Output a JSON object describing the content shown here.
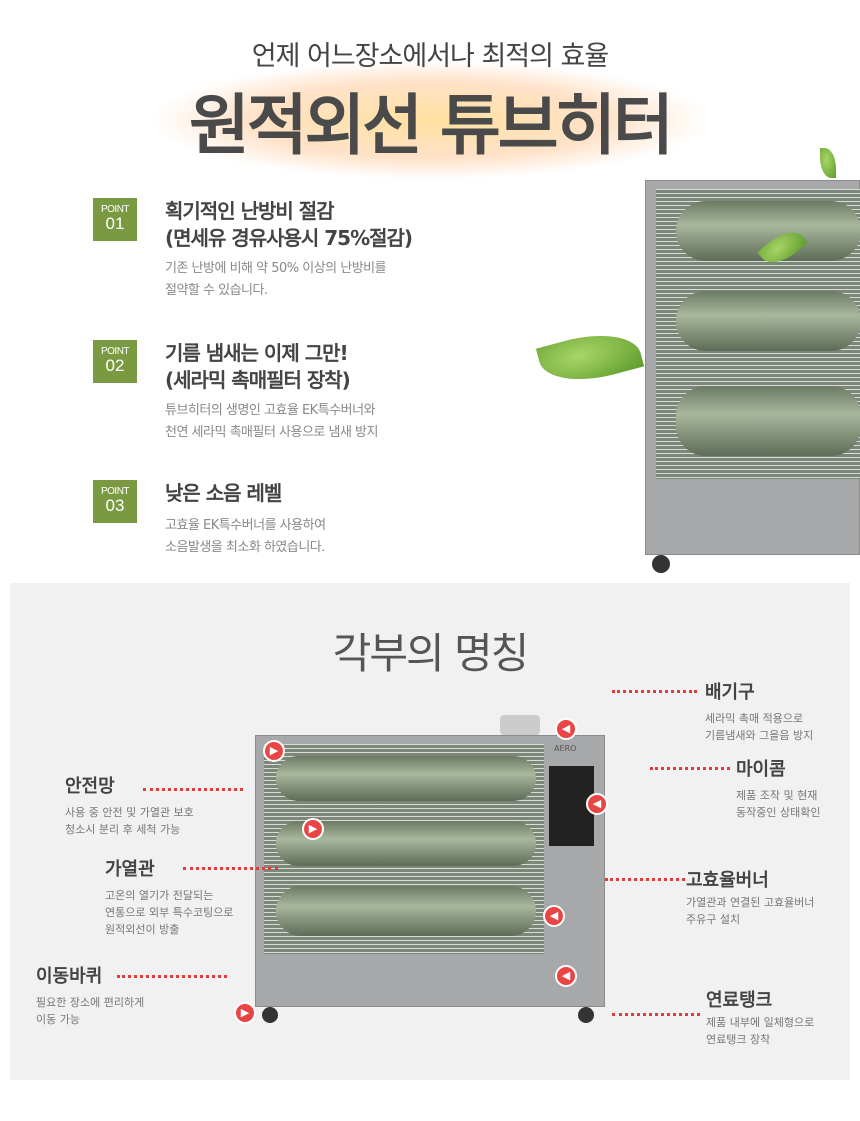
{
  "header": {
    "subtitle": "언제 어느장소에서나 최적의 효율",
    "title": "원적외선 튜브히터"
  },
  "points": [
    {
      "tag": "POINT",
      "num": "01",
      "title1": "획기적인 난방비 절감",
      "title2": "(면세유 경유사용시 75%절감)",
      "desc1": "기존 난방에 비해 약 50% 이상의 난방비를",
      "desc2": "절약할 수 있습니다."
    },
    {
      "tag": "POINT",
      "num": "02",
      "title1": "기름 냄새는 이제 그만!",
      "title2": "(세라믹 촉매필터 장착)",
      "desc1": "튜브히터의 생명인 고효율 EK특수버너와",
      "desc2": "천연 세라믹 촉매필터 사용으로 냄새 방지"
    },
    {
      "tag": "POINT",
      "num": "03",
      "title1": "낮은 소음 레벨",
      "desc1": "고효율 EK특수버너를 사용하여",
      "desc2": "소음발생을 최소화 하였습니다."
    }
  ],
  "parts": {
    "title": "각부의 명칭",
    "brand": "AERO",
    "items": [
      {
        "name": "안전망",
        "d1": "사용 중 안전 및 가열관 보호",
        "d2": "청소시 분리 후 세척 가능"
      },
      {
        "name": "가열관",
        "d1": "고온의 열기가 전달되는",
        "d2": "연통으로 외부 특수코팅으로",
        "d3": "원적외선이 방출"
      },
      {
        "name": "이동바퀴",
        "d1": "필요한 장소에 편리하게",
        "d2": "이동 가능"
      },
      {
        "name": "배기구",
        "d1": "세라믹 촉매 적용으로",
        "d2": "기름냄새와 그을음 방지"
      },
      {
        "name": "마이콤",
        "d1": "제품 조작 및 현재",
        "d2": "동작중인 상태확인"
      },
      {
        "name": "고효율버너",
        "d1": "가열관과 연결된 고효율버너",
        "d2": "주유구 설치"
      },
      {
        "name": "연료탱크",
        "d1": "제품 내부에 일체형으로",
        "d2": "연료탱크 장착"
      }
    ]
  },
  "colors": {
    "accent": "#7a9a42",
    "marker": "#e94545"
  }
}
